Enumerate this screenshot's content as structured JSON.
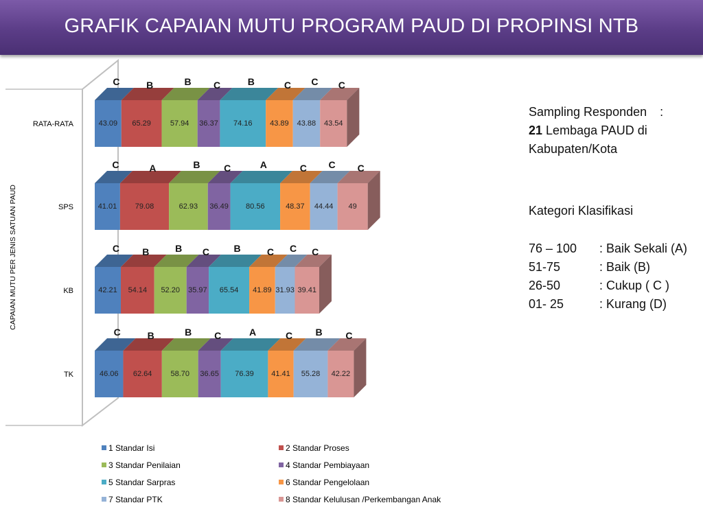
{
  "title": "GRAFIK CAPAIAN MUTU PROGRAM PAUD DI PROPINSI NTB",
  "side": {
    "sampling_label": "Sampling Responden",
    "sampling_colon": ":",
    "sampling_count": "21",
    "sampling_rest": "Lembaga PAUD di",
    "sampling_line3": "Kabupaten/Kota",
    "kategori_title": "Kategori Klasifikasi",
    "kategori": [
      {
        "range": "76 – 100",
        "label": ": Baik Sekali (A)"
      },
      {
        "range": "51-75",
        "label": ": Baik (B)"
      },
      {
        "range": "26-50",
        "label": ": Cukup ( C )"
      },
      {
        "range": "01- 25",
        "label": ": Kurang (D)"
      }
    ]
  },
  "chart_data": {
    "type": "bar",
    "orientation": "horizontal",
    "stacked": true,
    "style": "3d",
    "ylabel": "CAPAIAN MUTU PER JENIS SATUAN PAUD",
    "xlabel": "",
    "grid": false,
    "legend_position": "bottom",
    "categories": [
      "RATA-RATA",
      "SPS",
      "KB",
      "TK"
    ],
    "series": [
      {
        "name": "1 Standar Isi",
        "color": "#4f81bd",
        "values": [
          43.09,
          41.01,
          42.21,
          46.06
        ],
        "labels": [
          "43.09",
          "41.01",
          "42.21",
          "46.06"
        ],
        "grades": [
          "C",
          "C",
          "C",
          "C"
        ]
      },
      {
        "name": "2 Standar Proses",
        "color": "#c0504d",
        "values": [
          65.29,
          79.08,
          54.14,
          62.64
        ],
        "labels": [
          "65.29",
          "79.08",
          "54.14",
          "62.64"
        ],
        "grades": [
          "B",
          "A",
          "B",
          "B"
        ]
      },
      {
        "name": "3 Standar Penilaian",
        "color": "#9bbb59",
        "values": [
          57.94,
          62.93,
          52.2,
          58.7
        ],
        "labels": [
          "57.94",
          "62.93",
          "52.20",
          "58.70"
        ],
        "grades": [
          "B",
          "B",
          "B",
          "B"
        ]
      },
      {
        "name": "4 Standar Pembiayaan",
        "color": "#8064a2",
        "values": [
          36.37,
          36.49,
          35.97,
          36.65
        ],
        "labels": [
          "36.37",
          "36.49",
          "35.97",
          "36.65"
        ],
        "grades": [
          "C",
          "C",
          "C",
          "C"
        ]
      },
      {
        "name": "5 Standar Sarpras",
        "color": "#4bacc6",
        "values": [
          74.16,
          80.56,
          65.54,
          76.39
        ],
        "labels": [
          "74.16",
          "80.56",
          "65.54",
          "76.39"
        ],
        "grades": [
          "B",
          "A",
          "B",
          "A"
        ]
      },
      {
        "name": "6 Standar Pengelolaan",
        "color": "#f79646",
        "values": [
          43.89,
          48.37,
          41.89,
          41.41
        ],
        "labels": [
          "43.89",
          "48.37",
          "41.89",
          "41.41"
        ],
        "grades": [
          "C",
          "C",
          "C",
          "C"
        ]
      },
      {
        "name": "7 Standar PTK",
        "color": "#95b3d7",
        "values": [
          43.88,
          44.44,
          31.93,
          55.28
        ],
        "labels": [
          "43.88",
          "44.44",
          "31.93",
          "55.28"
        ],
        "grades": [
          "C",
          "C",
          "C",
          "B"
        ]
      },
      {
        "name": "8 Standar Kelulusan /Perkembangan Anak",
        "color": "#d99694",
        "values": [
          43.54,
          49,
          39.41,
          42.22
        ],
        "labels": [
          "43.54",
          "49",
          "39.41",
          "42.22"
        ],
        "grades": [
          "C",
          "C",
          "C",
          "C"
        ]
      }
    ]
  }
}
